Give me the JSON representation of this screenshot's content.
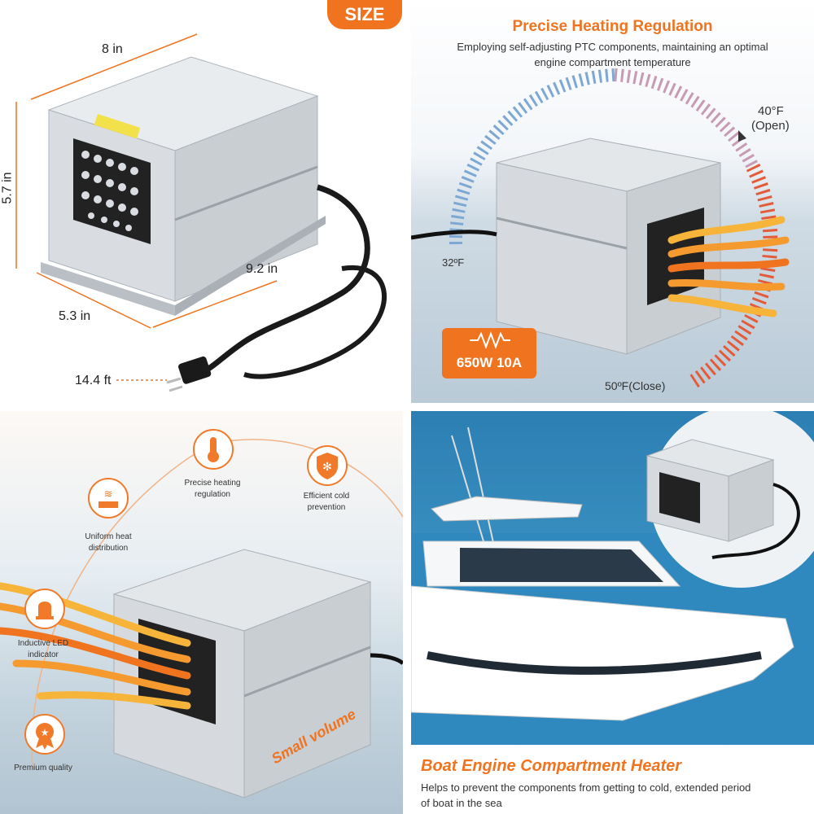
{
  "size_panel": {
    "badge": "SIZE",
    "width": "8 in",
    "height": "5.7 in",
    "depth": "9.2 in",
    "front_width": "5.3 in",
    "cord": "14.4 ft"
  },
  "regulation_panel": {
    "title": "Precise Heating Regulation",
    "desc_line1": "Employing self-adjusting PTC components, maintaining an optimal",
    "desc_line2": "engine compartment temperature",
    "open_temp": "40°F",
    "open_label": "(Open)",
    "low_temp": "32ºF",
    "close_label": "50ºF(Close)",
    "power_badge": "650W 10A"
  },
  "features_panel": {
    "items": [
      {
        "label_line1": "Precise heating",
        "label_line2": "regulation"
      },
      {
        "label_line1": "Efficient cold",
        "label_line2": "prevention"
      },
      {
        "label_line1": "Uniform heat",
        "label_line2": "distribution"
      },
      {
        "label_line1": "Inductive LED",
        "label_line2": "indicator"
      },
      {
        "label_line1": "Premium quality",
        "label_line2": ""
      }
    ],
    "small_volume": "Small volume"
  },
  "boat_panel": {
    "title": "Boat Engine Compartment Heater",
    "desc_line1": "Helps to prevent the components from getting to cold, extended period",
    "desc_line2": "of boat in the sea"
  },
  "colors": {
    "accent": "#f0741f",
    "aluminum": "#c8cdd2",
    "sea": "#3a91c2"
  }
}
